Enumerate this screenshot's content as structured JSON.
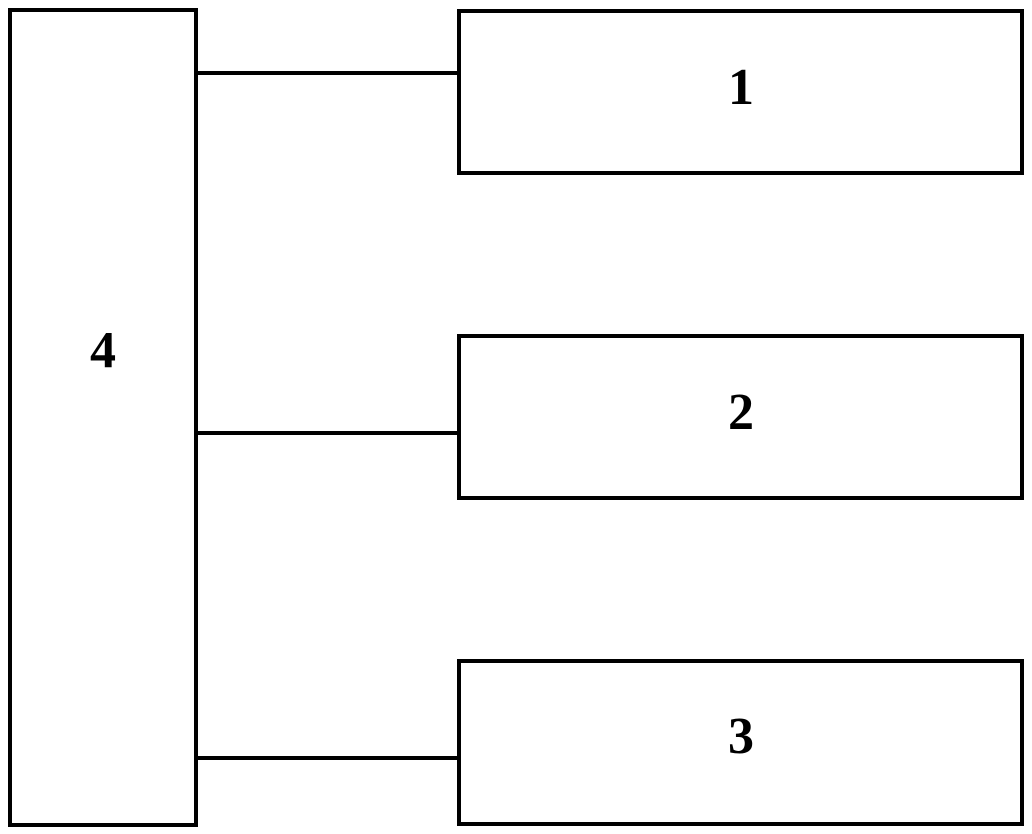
{
  "diagram": {
    "controller": {
      "label": "4"
    },
    "units": [
      {
        "label": "1"
      },
      {
        "label": "2"
      },
      {
        "label": "3"
      }
    ]
  },
  "colors": {
    "stroke": "#000000",
    "background": "#ffffff"
  }
}
